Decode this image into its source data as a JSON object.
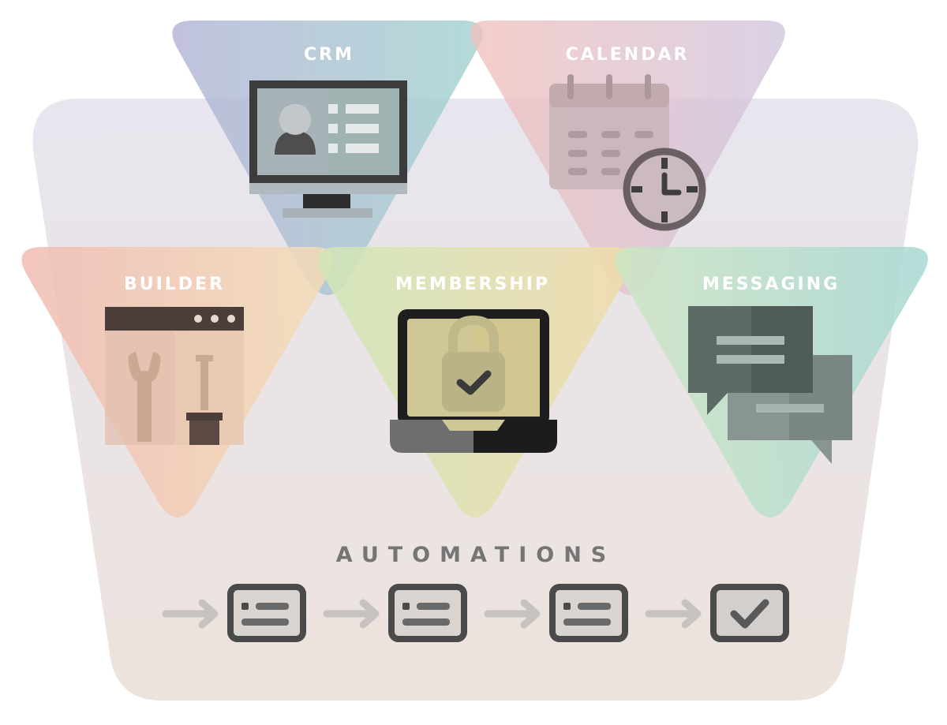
{
  "modules": {
    "crm": {
      "label": "CRM",
      "icon": "computer-contact-icon"
    },
    "calendar": {
      "label": "CALENDAR",
      "icon": "calendar-clock-icon"
    },
    "builder": {
      "label": "BUILDER",
      "icon": "builder-tools-icon"
    },
    "membership": {
      "label": "MEMBERSHIP",
      "icon": "laptop-lock-icon"
    },
    "messaging": {
      "label": "MESSAGING",
      "icon": "chat-bubbles-icon"
    }
  },
  "automations": {
    "label": "AUTOMATIONS",
    "steps": [
      {
        "icon": "form-card-icon"
      },
      {
        "icon": "form-card-icon"
      },
      {
        "icon": "form-card-icon"
      },
      {
        "icon": "check-card-icon"
      }
    ]
  },
  "colors": {
    "crm_gradient": [
      "#b5b6d6",
      "#a4d0cf"
    ],
    "calendar_gradient": [
      "#efc1bd",
      "#d1c3dc"
    ],
    "builder_gradient": [
      "#f0bcb1",
      "#f3dbb8"
    ],
    "membership_gradient": [
      "#d2e4b3",
      "#efdcad"
    ],
    "messaging_gradient": [
      "#c7e3c4",
      "#a9d8d2"
    ],
    "basket_gradient": [
      "#e6e4ec",
      "#ece3dd"
    ],
    "icon_dark": "#4a4a4a",
    "icon_arrow": "#c4c0bc",
    "label_text": "#ffffff",
    "automations_text": "#757575"
  }
}
